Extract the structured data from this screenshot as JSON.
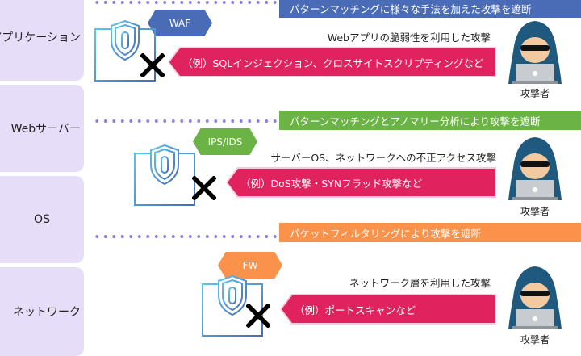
{
  "layers": [
    {
      "label": "アプリケーション"
    },
    {
      "label": "Webサーバー"
    },
    {
      "label": "OS"
    },
    {
      "label": "ネットワーク"
    }
  ],
  "defenses": [
    {
      "tag": "WAF",
      "tag_color": "#4a6bb5",
      "banner": "パターンマッチングに様々な手法を加えた攻撃を遮断",
      "banner_color": "#4a6bb5",
      "attack_description": "Webアプリの脆弱性を利用した攻撃",
      "example": "（例）SQLインジェクション、クロスサイトスクリプティングなど",
      "attacker_label": "攻撃者"
    },
    {
      "tag": "IPS/IDS",
      "tag_color": "#6ab344",
      "banner": "パターンマッチングとアノマリー分析により攻撃を遮断",
      "banner_color": "#6ab344",
      "attack_description": "サーバーOS、ネットワークへの不正アクセス攻撃",
      "example": "（例）DoS攻撃・SYNフラッド攻撃など",
      "attacker_label": "攻撃者"
    },
    {
      "tag": "FW",
      "tag_color": "#fb924b",
      "banner": "パケットフィルタリングにより攻撃を遮断",
      "banner_color": "#fb924b",
      "attack_description": "ネットワーク層を利用した攻撃",
      "example": "（例）ポートスキャンなど",
      "attacker_label": "攻撃者"
    }
  ],
  "colors": {
    "layer_bg": "#e6ddf8",
    "dots": "#8a84e4",
    "example_bg": "#e0235f",
    "block_mark": "#000000"
  }
}
